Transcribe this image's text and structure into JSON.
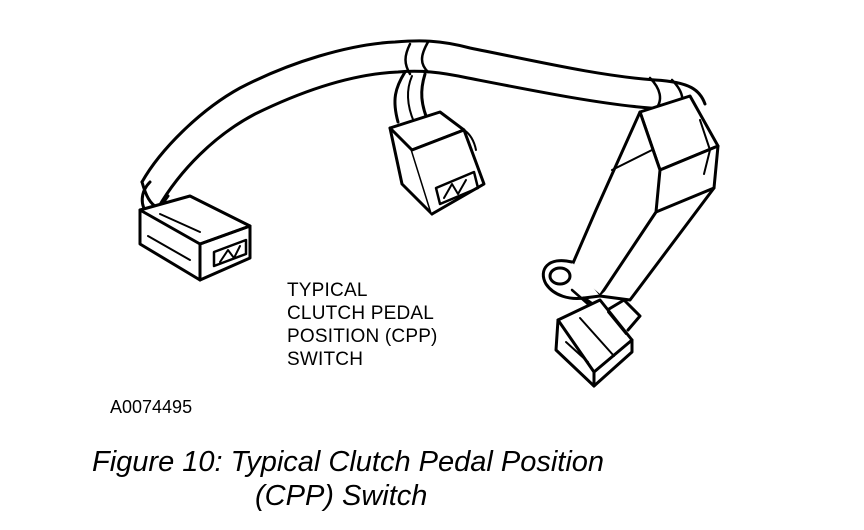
{
  "callout": {
    "line1": "TYPICAL",
    "line2": "CLUTCH PEDAL",
    "line3": "POSITION (CPP)",
    "line4": "SWITCH"
  },
  "reference_id": "A0074495",
  "caption": {
    "line1": "Figure 10: Typical Clutch Pedal Position",
    "line2": "(CPP) Switch"
  },
  "parts": [
    "wiring-harness",
    "connector-left",
    "connector-center",
    "cpp-switch-body",
    "switch-plunger",
    "mounting-tab"
  ]
}
